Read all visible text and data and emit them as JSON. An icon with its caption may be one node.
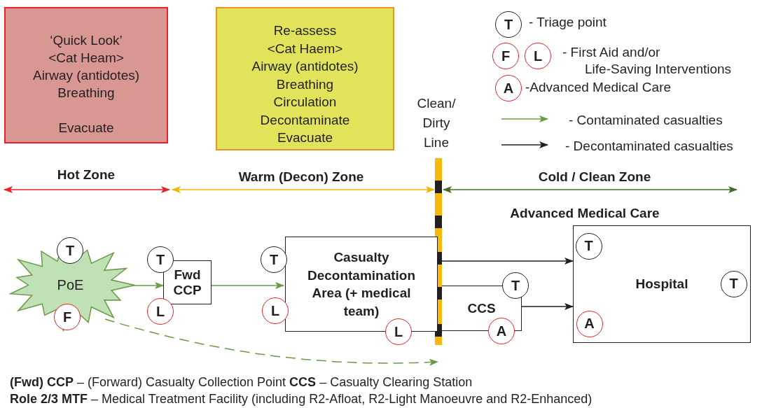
{
  "diagram": {
    "nodes": [
      {
        "text": [
          "‘Quick Look’ <Cat Heam> Airway (antidotes) Breathing",
          "Evacuate"
        ]
      },
      {
        "text": [
          "Re-assess <Cat Haem> Airway (antidotes) Breathing Circulation Decontaminate Evacuate"
        ]
      },
      {
        "text": [
          "PoE"
        ]
      },
      {
        "text": [
          "T"
        ]
      },
      {
        "text": [
          "F"
        ],
        "in": 2
      },
      {
        "text": [
          "Fwd CCP"
        ]
      },
      {
        "text": [
          "T"
        ]
      },
      {
        "text": [
          "L"
        ]
      },
      {
        "text": [
          "Casualty Decontamination Area (+ medical team)"
        ]
      },
      {
        "text": [
          "T"
        ]
      },
      {
        "text": [
          "L"
        ]
      },
      {
        "text": [
          "L"
        ]
      },
      {
        "text": [
          "CCS"
        ]
      },
      {
        "text": [
          "T"
        ]
      },
      {
        "text": [
          "A"
        ]
      },
      {
        "text": [
          "Hospital"
        ]
      },
      {
        "text": [
          "T"
        ],
        "in": 15
      },
      {
        "text": [
          "A"
        ],
        "in": 15
      },
      {
        "text": [
          "T"
        ],
        "in": 15
      },
      {
        "text": [
          "T"
        ]
      },
      {
        "text": [
          "F"
        ]
      },
      {
        "text": [
          "L"
        ]
      },
      {
        "text": [
          "A"
        ]
      }
    ],
    "edges": [
      {
        "from": 2,
        "to": 5,
        "arrow": "to"
      },
      {
        "from": 5,
        "to": 8,
        "arrow": "to"
      },
      {
        "from": 8,
        "to": 15,
        "arrow": "to",
        "color": "#231f20"
      },
      {
        "from": 12,
        "to": 15,
        "arrow": "to",
        "color": "#231f20"
      },
      {
        "from": 2,
        "to": null,
        "arrow": "to",
        "style": "dashed"
      }
    ],
    "labels": [
      "Clean/ Dirty Line",
      "Hot Zone",
      "Warm (Decon) Zone",
      "Cold / Clean Zone",
      "Advanced Medical Care",
      "**(Fwd) CCP** – (Forward) Casualty Collection Point **CCS** – Casualty Clearing Station",
      "**Role 2/3 MTF** – Medical Treatment Facility (including R2-Afloat, R2-Light Manoeuvre and R2-Enhanced)"
    ],
    "legend": [
      {
        "text": "- Triage point"
      },
      {
        "text": "- First Aid and/or Life-Saving Interventions"
      },
      {
        "text": "-Advanced Medical Care"
      },
      {
        "text": "- Contaminated casualties"
      },
      {
        "text": "- Decontaminated casualties"
      }
    ]
  }
}
